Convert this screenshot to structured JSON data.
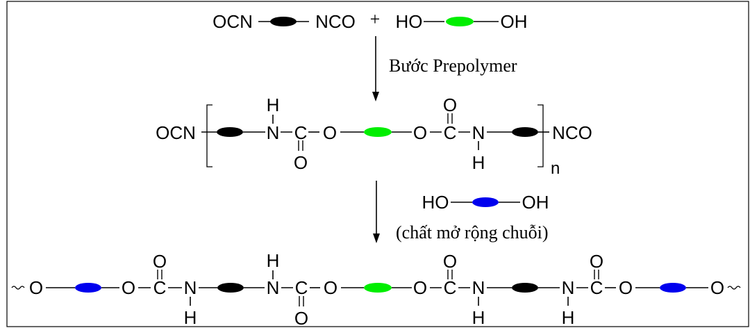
{
  "reactants": {
    "diisocyanate_left": "OCN",
    "diisocyanate_right": "NCO",
    "plus": "+",
    "polyol_left": "HO",
    "polyol_right": "OH"
  },
  "step1": {
    "label": "Bước Prepolymer"
  },
  "prepolymer": {
    "end_left": "OCN",
    "end_right": "NCO",
    "subscript": "n",
    "atom_N": "N",
    "atom_C": "C",
    "atom_O": "O",
    "atom_H": "H"
  },
  "step2": {
    "extender_left": "HO",
    "extender_right": "OH",
    "label": "(chất mở rộng chuỗi)"
  },
  "polymer": {
    "atom_N": "N",
    "atom_C": "C",
    "atom_O": "O",
    "atom_H": "H"
  },
  "colors": {
    "diisocyanate": "#000000",
    "polyol": "#00ee00",
    "chain_extender": "#0000ee"
  }
}
